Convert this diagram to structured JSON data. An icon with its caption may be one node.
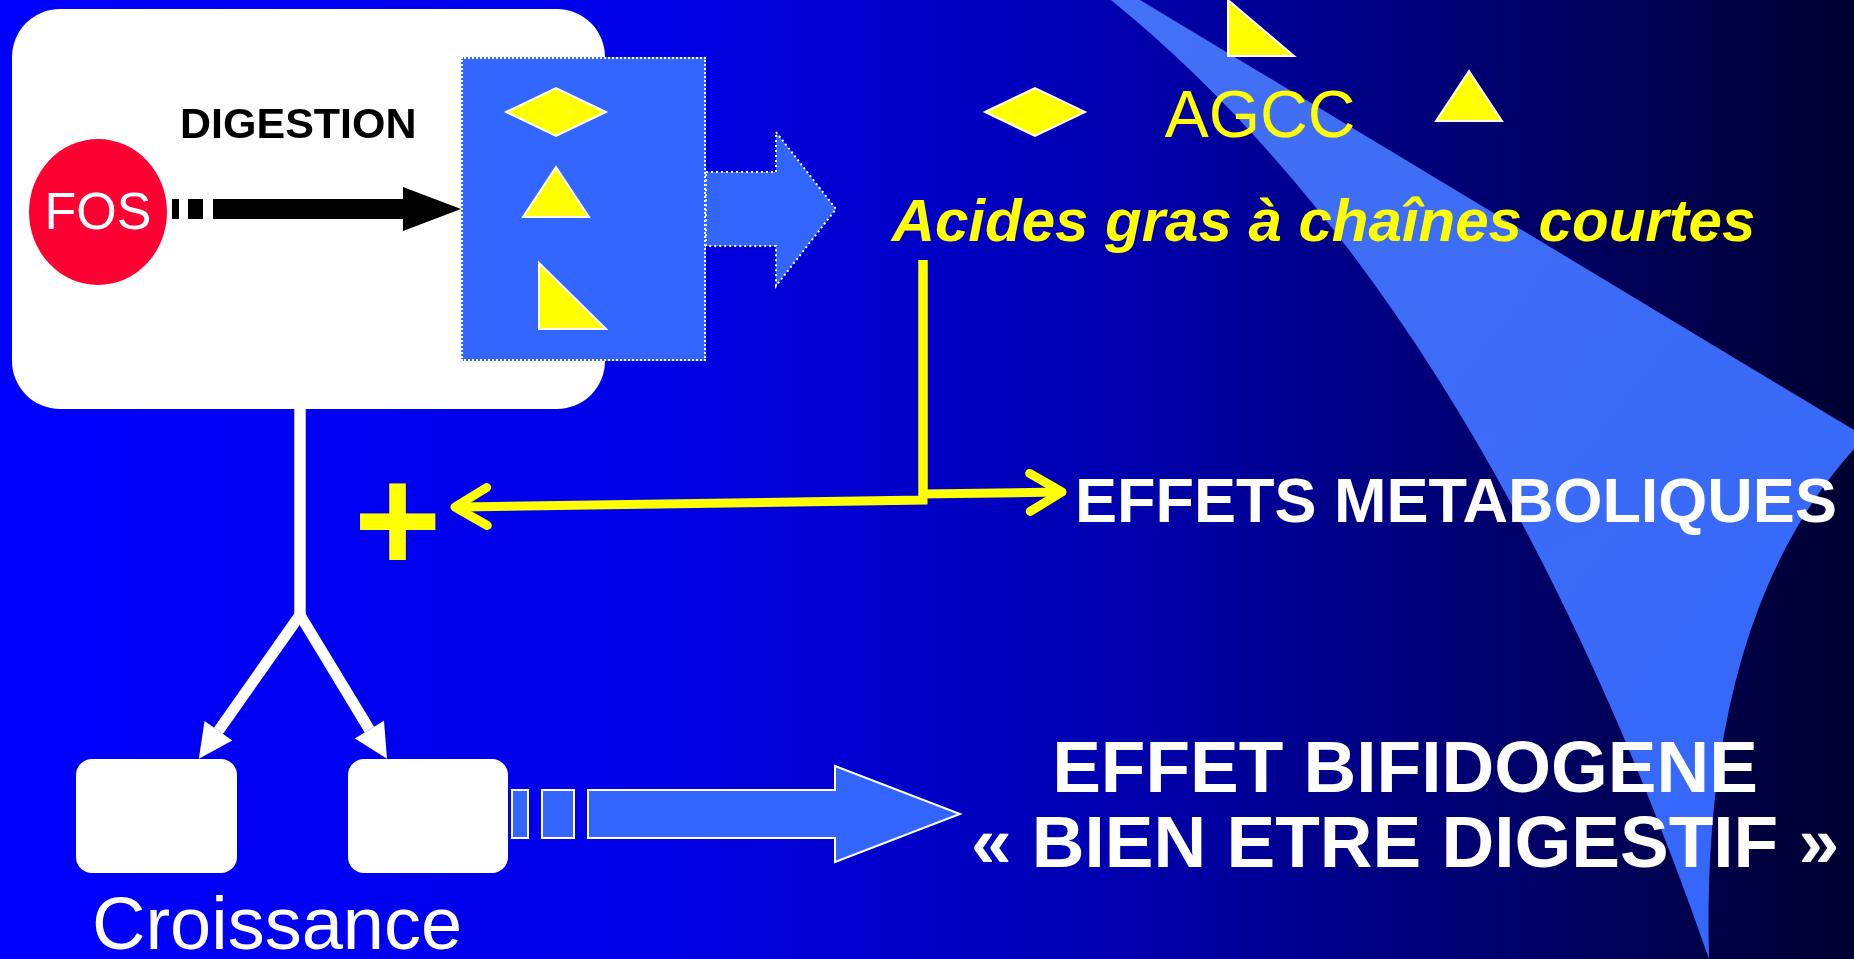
{
  "diagram": {
    "nodes": [
      {
        "text": [],
        "shape": "box"
      },
      {
        "text": [
          "FOS"
        ],
        "in": 0
      },
      {
        "text": [],
        "shape": "box"
      },
      {
        "text": [
          "AGCC"
        ]
      },
      {
        "text": [
          "Acides gras à chaînes courtes"
        ]
      },
      {
        "text": [
          "+"
        ]
      },
      {
        "text": [
          "EFFETS METABOLIQUES"
        ]
      },
      {
        "text": [],
        "shape": "box"
      },
      {
        "text": [],
        "shape": "box"
      },
      {
        "text": [
          "EFFET BIFIDOGENE",
          "« BIEN ETRE DIGESTIF »"
        ]
      }
    ],
    "edges": [
      {
        "from": 1,
        "to": 2,
        "arrow": "to",
        "label": "DIGESTION",
        "style": "thick",
        "color": "#000000"
      },
      {
        "from": 2,
        "to": 4,
        "arrow": "to",
        "style": "thick",
        "color": "#3366ff"
      },
      {
        "from": 4,
        "to": 5,
        "arrow": "to",
        "color": "#ffff00"
      },
      {
        "from": 4,
        "to": 6,
        "arrow": "to",
        "color": "#ffff00"
      },
      {
        "from": 0,
        "to": 7,
        "arrow": "to",
        "color": "#ffffff"
      },
      {
        "from": 0,
        "to": 8,
        "arrow": "to",
        "color": "#ffffff"
      },
      {
        "from": 8,
        "to": 9,
        "arrow": "to",
        "style": "thick",
        "color": "#3366ff"
      }
    ],
    "labels": [
      "Croissance"
    ]
  }
}
